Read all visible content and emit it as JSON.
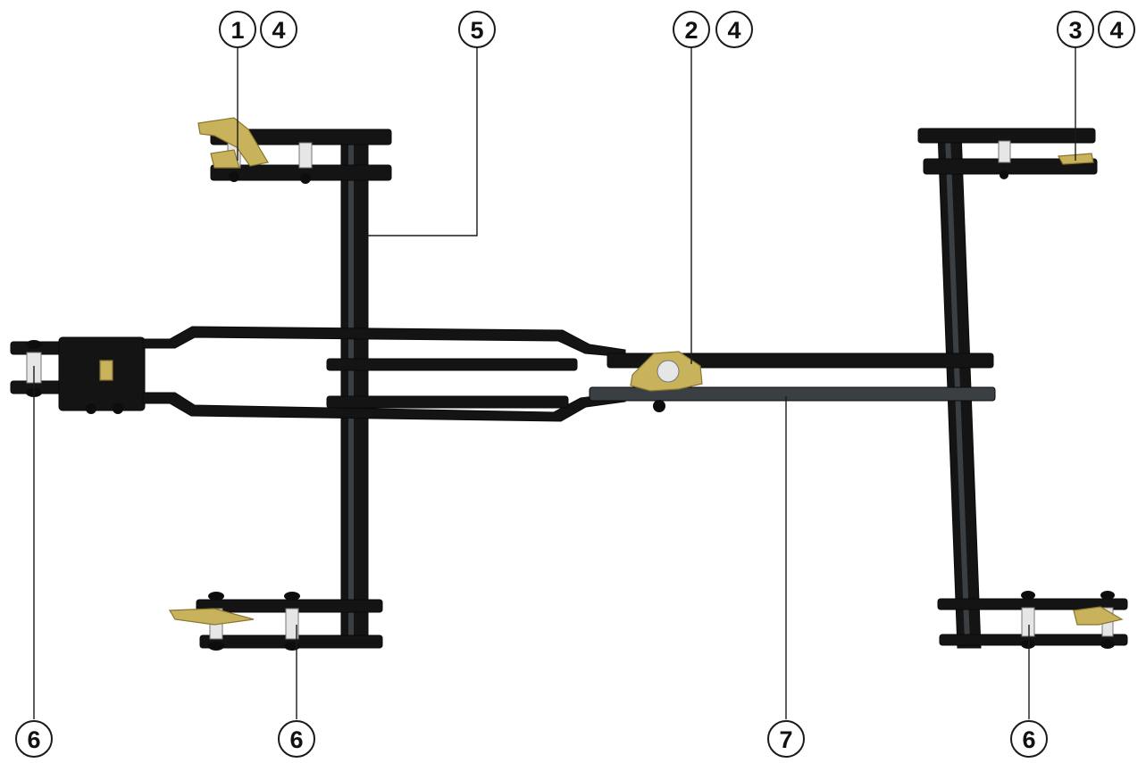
{
  "callouts": {
    "c1": "1",
    "c4a": "4",
    "c5": "5",
    "c2": "2",
    "c4b": "4",
    "c3": "3",
    "c4c": "4",
    "c6a": "6",
    "c6b": "6",
    "c7": "7",
    "c6c": "6"
  },
  "colors": {
    "frame": "#141414",
    "brass": "#c9b25c",
    "background": "#ffffff"
  }
}
